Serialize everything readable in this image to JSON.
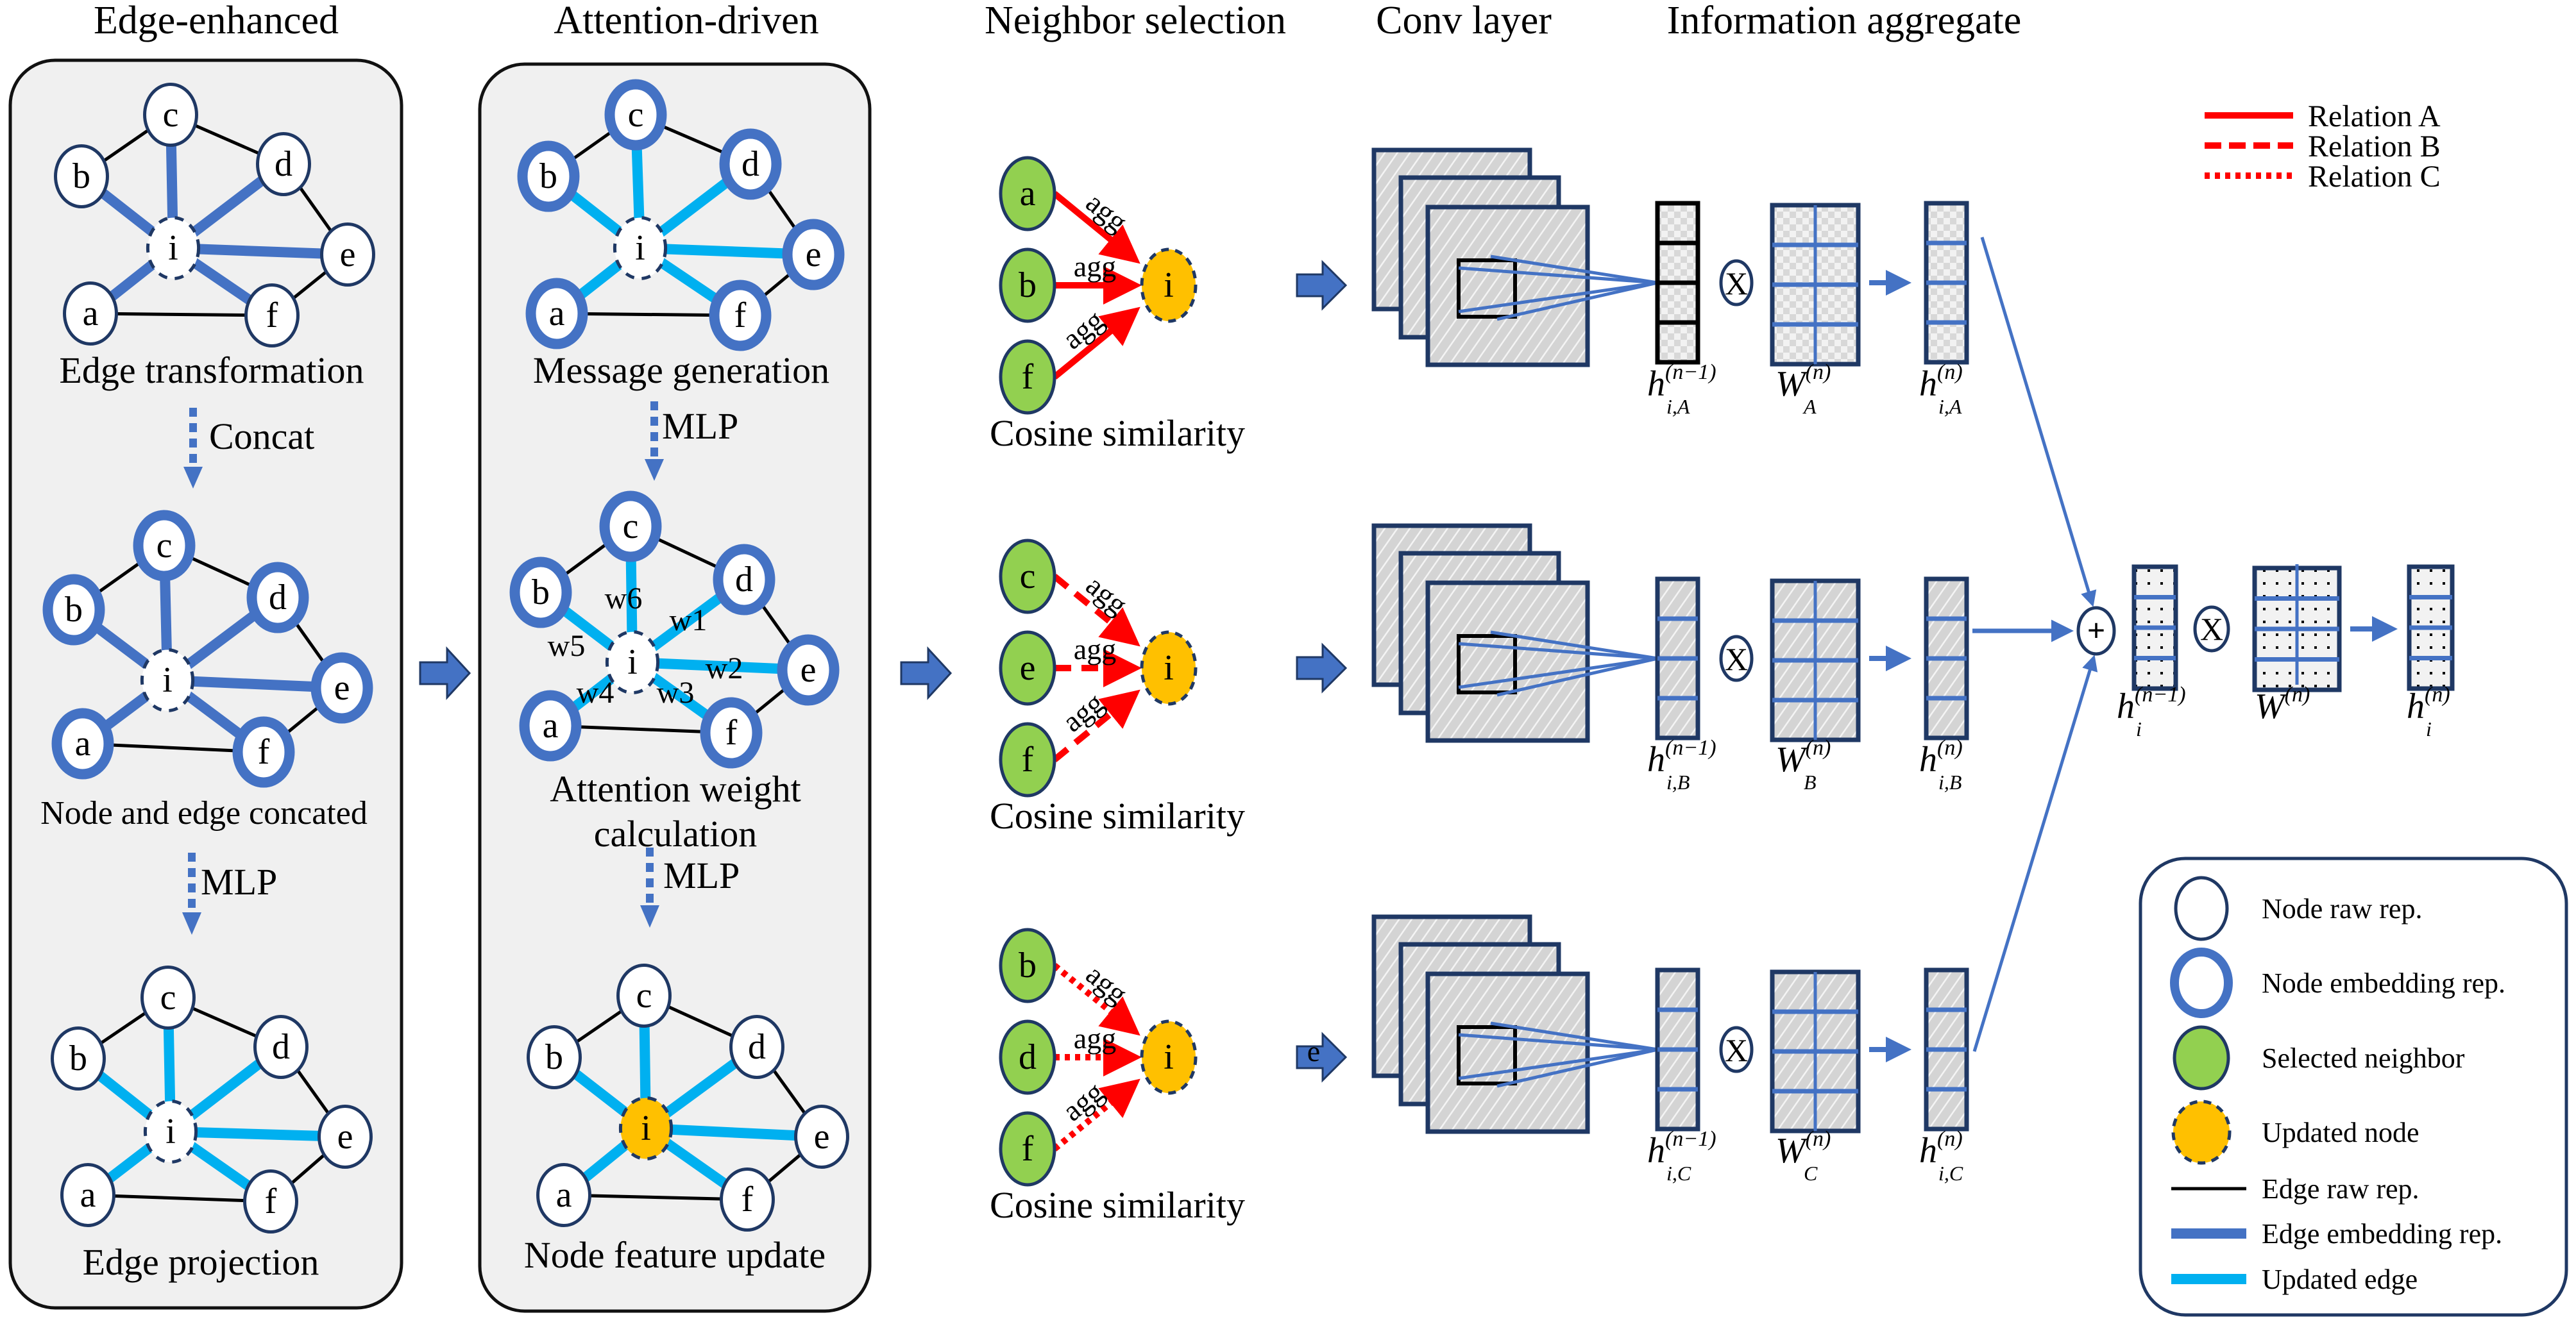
{
  "colors": {
    "edge_embedding": "#4472c4",
    "updated_edge": "#00b0f0",
    "node_stroke": "#1f3864",
    "selected_neighbor": "#92d050",
    "updated_node": "#ffc000",
    "relation": "#ff0000",
    "panel_fill": "#f0f0f0",
    "arrow_blue": "#4472c4"
  },
  "sections": {
    "edge_enhanced": "Edge-enhanced",
    "attention_driven": "Attention-driven",
    "neighbor_selection": "Neighbor selection",
    "conv_layer": "Conv layer",
    "information_aggregate": "Information aggregate"
  },
  "edge_enhanced": {
    "steps": [
      {
        "caption": "Edge transformation",
        "node_style": "raw",
        "edge_style": "embedding"
      },
      {
        "caption": "Node and edge concated",
        "node_style": "embedding",
        "edge_style": "embedding"
      },
      {
        "caption": "Edge projection",
        "node_style": "raw",
        "edge_style": "updated"
      }
    ],
    "transitions": [
      "Concat",
      "MLP"
    ]
  },
  "attention_driven": {
    "steps": [
      {
        "caption": "Message generation",
        "node_style": "embedding",
        "edge_style": "updated"
      },
      {
        "caption_line1": "Attention weight",
        "caption_line2": "calculation",
        "node_style": "embedding",
        "edge_style": "updated"
      },
      {
        "caption": "Node feature update",
        "node_style": "raw",
        "edge_style": "updated",
        "center_updated": true
      }
    ],
    "transitions": [
      "MLP",
      "MLP"
    ],
    "weights": [
      "w1",
      "w2",
      "w3",
      "w4",
      "w5",
      "w6"
    ]
  },
  "graph": {
    "center": "i",
    "neighbors": [
      "a",
      "b",
      "c",
      "d",
      "e",
      "f"
    ]
  },
  "neighbor_selection": {
    "rows": [
      {
        "relation": "A",
        "neighbors": [
          "a",
          "b",
          "f"
        ],
        "target": "i",
        "edge_label": "agg",
        "caption": "Cosine similarity"
      },
      {
        "relation": "B",
        "neighbors": [
          "c",
          "e",
          "f"
        ],
        "target": "i",
        "edge_label": "agg",
        "caption": "Cosine similarity"
      },
      {
        "relation": "C",
        "neighbors": [
          "b",
          "d",
          "f"
        ],
        "target": "i",
        "edge_label": "agg",
        "caption": "Cosine similarity"
      }
    ],
    "stray_label_row_c": "e"
  },
  "aggregate": {
    "rows": [
      {
        "h_prev": {
          "base": "h",
          "sub": "i,A",
          "sup": "(n−1)"
        },
        "w": {
          "base": "W",
          "sub": "A",
          "sup": "(n)"
        },
        "h_out": {
          "base": "h",
          "sub": "i,A",
          "sup": "(n)"
        }
      },
      {
        "h_prev": {
          "base": "h",
          "sub": "i,B",
          "sup": "(n−1)"
        },
        "w": {
          "base": "W",
          "sub": "B",
          "sup": "(n)"
        },
        "h_out": {
          "base": "h",
          "sub": "i,B",
          "sup": "(n)"
        }
      },
      {
        "h_prev": {
          "base": "h",
          "sub": "i,C",
          "sup": "(n−1)"
        },
        "w": {
          "base": "W",
          "sub": "C",
          "sup": "(n)"
        },
        "h_out": {
          "base": "h",
          "sub": "i,C",
          "sup": "(n)"
        }
      }
    ],
    "final": {
      "h_prev": {
        "base": "h",
        "sub": "i",
        "sup": "(n−1)"
      },
      "w": {
        "base": "W",
        "sub": "",
        "sup": "(n)"
      },
      "h_out": {
        "base": "h",
        "sub": "i",
        "sup": "(n)"
      }
    },
    "multiply_symbol": "X",
    "sum_symbol": "+"
  },
  "relation_legend": [
    {
      "label": "Relation A",
      "style": "solid"
    },
    {
      "label": "Relation B",
      "style": "dashed"
    },
    {
      "label": "Relation C",
      "style": "dotted"
    }
  ],
  "legend": [
    {
      "label": "Node raw rep.",
      "symbol": "node-raw"
    },
    {
      "label": "Node embedding rep.",
      "symbol": "node-embedding"
    },
    {
      "label": "Selected neighbor",
      "symbol": "selected-neighbor"
    },
    {
      "label": "Updated node",
      "symbol": "updated-node"
    },
    {
      "label": "Edge raw rep.",
      "symbol": "edge-raw"
    },
    {
      "label": "Edge embedding rep.",
      "symbol": "edge-embedding"
    },
    {
      "label": "Updated edge",
      "symbol": "edge-updated"
    }
  ]
}
